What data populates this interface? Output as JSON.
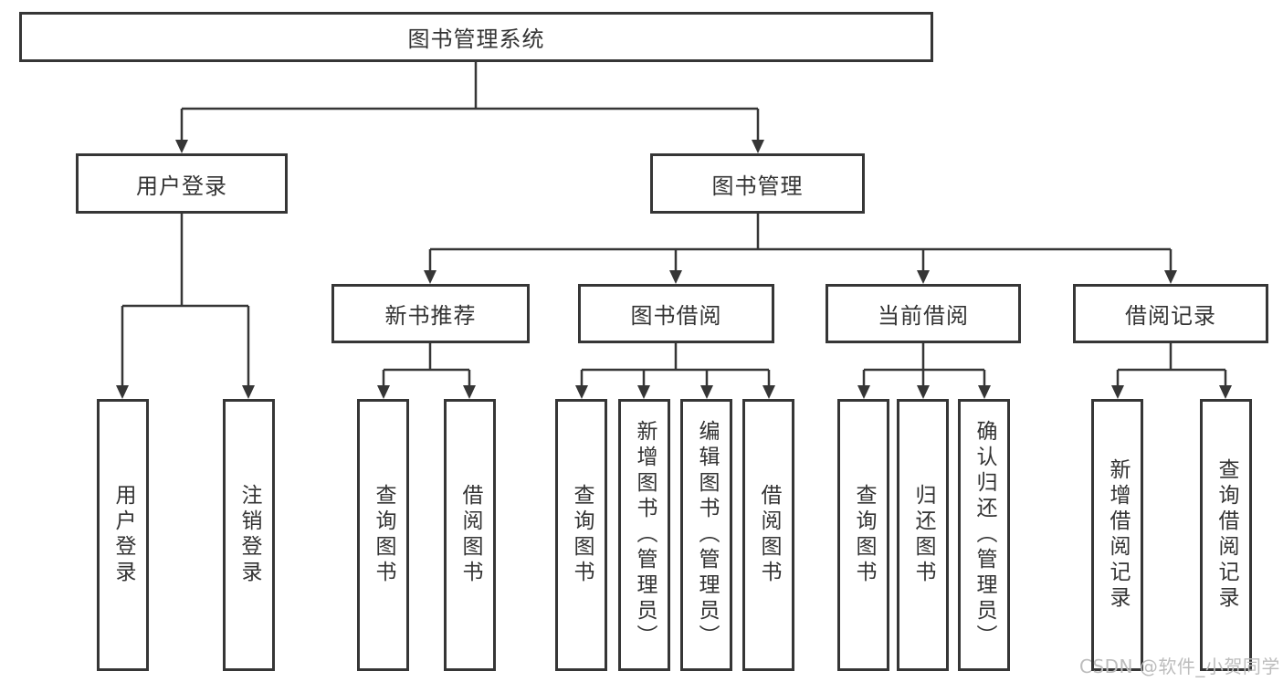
{
  "diagram": {
    "root": {
      "label": "图书管理系统"
    },
    "level2": [
      {
        "label": "用户登录"
      },
      {
        "label": "图书管理"
      }
    ],
    "level3": [
      {
        "label": "新书推荐"
      },
      {
        "label": "图书借阅"
      },
      {
        "label": "当前借阅"
      },
      {
        "label": "借阅记录"
      }
    ],
    "leaves": {
      "userLogin": [
        "用户登录",
        "注销登录"
      ],
      "newBook": [
        "查询图书",
        "借阅图书"
      ],
      "bookBorrow": [
        "查询图书",
        "新增图书（管理员）",
        "编辑图书（管理员）",
        "借阅图书"
      ],
      "currentBorrow": [
        "查询图书",
        "归还图书",
        "确认归还（管理员）"
      ],
      "records": [
        "新增借阅记录",
        "查询借阅记录"
      ]
    }
  },
  "watermark": "CSDN @软件_小贺同学",
  "colors": {
    "stroke": "#363636",
    "text": "#333333",
    "watermark": "#bdbdbd",
    "background": "#ffffff"
  }
}
